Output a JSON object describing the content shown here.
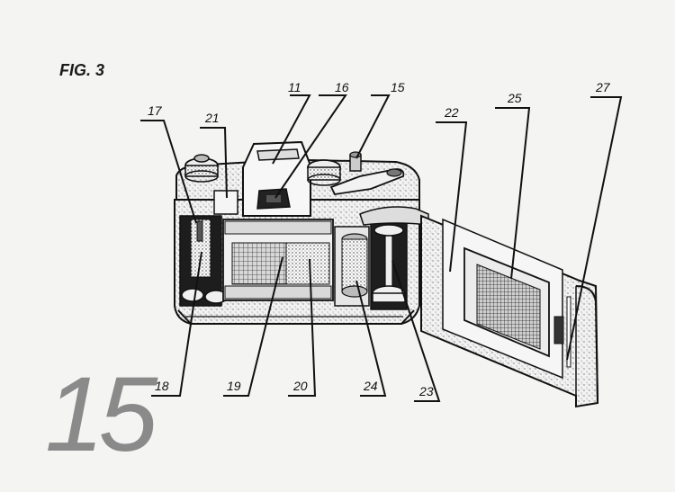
{
  "figure": {
    "title": "FIG. 3",
    "page_number": "15"
  },
  "callouts": [
    {
      "id": "c11",
      "label": "11"
    },
    {
      "id": "c16",
      "label": "16"
    },
    {
      "id": "c15",
      "label": "15"
    },
    {
      "id": "c17",
      "label": "17"
    },
    {
      "id": "c21",
      "label": "21"
    },
    {
      "id": "c22",
      "label": "22"
    },
    {
      "id": "c25",
      "label": "25"
    },
    {
      "id": "c27",
      "label": "27"
    },
    {
      "id": "c18",
      "label": "18"
    },
    {
      "id": "c19",
      "label": "19"
    },
    {
      "id": "c20",
      "label": "20"
    },
    {
      "id": "c24",
      "label": "24"
    },
    {
      "id": "c23",
      "label": "23"
    }
  ],
  "colors": {
    "ink": "#111111",
    "paper": "#f4f4f2",
    "page_number": "#8a8a8a"
  }
}
